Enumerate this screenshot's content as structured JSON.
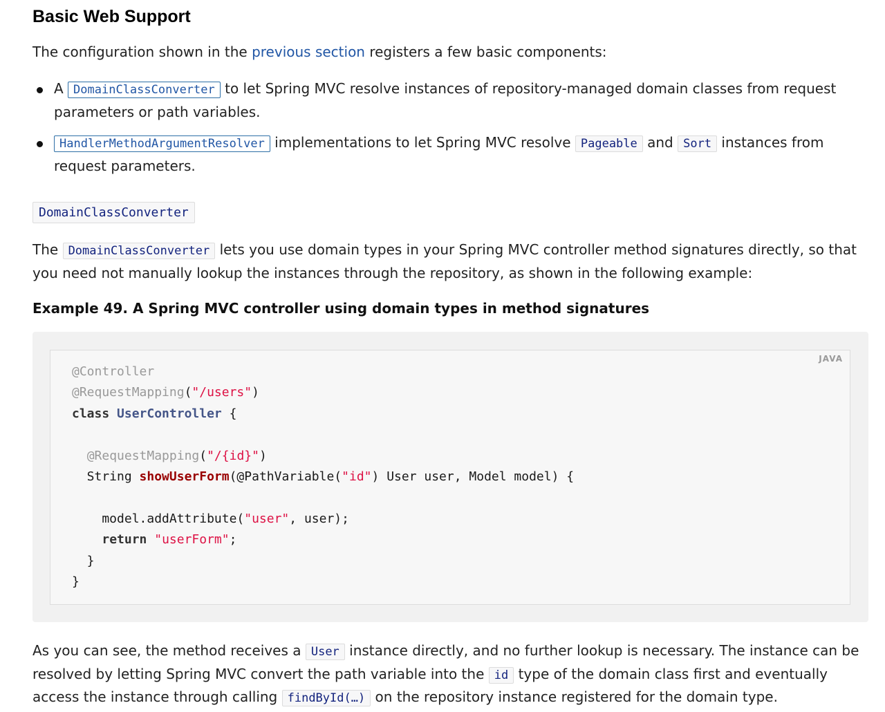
{
  "section_title": "Basic Web Support",
  "intro": {
    "before": "The configuration shown in the ",
    "link": "previous section",
    "after": " registers a few basic components:"
  },
  "bullets": [
    {
      "prefix": "A ",
      "code": "DomainClassConverter",
      "text": " to let Spring MVC resolve instances of repository-managed domain classes from request parameters or path variables."
    },
    {
      "code": "HandlerMethodArgumentResolver",
      "text_a": " implementations to let Spring MVC resolve ",
      "code2": "Pageable",
      "text_b": " and ",
      "code3": "Sort",
      "text_c": " instances from request parameters."
    }
  ],
  "subheading": "DomainClassConverter",
  "para1": {
    "before": "The ",
    "code": "DomainClassConverter",
    "after": " lets you use domain types in your Spring MVC controller method signatures directly, so that you need not manually lookup the instances through the repository, as shown in the following example:"
  },
  "example_title": "Example 49. A Spring MVC controller using domain types in method signatures",
  "code_block": {
    "language": "JAVA",
    "l1": "@Controller",
    "l2_anno": "@RequestMapping",
    "l2_a": "(",
    "l2_str": "\"/users\"",
    "l2_b": ")",
    "l3_kw": "class",
    "l3_cls": "UserController",
    "l3_rest": " {",
    "l5_indent": "  ",
    "l5_anno": "@RequestMapping",
    "l5_a": "(",
    "l5_str": "\"/{id}\"",
    "l5_b": ")",
    "l6_a": "  String ",
    "l6_fn": "showUserForm",
    "l6_b": "(@PathVariable(",
    "l6_str": "\"id\"",
    "l6_c": ") User user, Model model) {",
    "l8_a": "    model.addAttribute(",
    "l8_str": "\"user\"",
    "l8_b": ", user);",
    "l9_indent": "    ",
    "l9_kw": "return",
    "l9_sp": " ",
    "l9_str": "\"userForm\"",
    "l9_b": ";",
    "l10": "  }",
    "l11": "}"
  },
  "para2": {
    "a": "As you can see, the method receives a ",
    "code1": "User",
    "b": " instance directly, and no further lookup is necessary. The instance can be resolved by letting Spring MVC convert the path variable into the ",
    "code2": "id",
    "c": " type of the domain class first and eventually access the instance through calling ",
    "code3": "findById(…)",
    "d": " on the repository instance registered for the domain type."
  }
}
